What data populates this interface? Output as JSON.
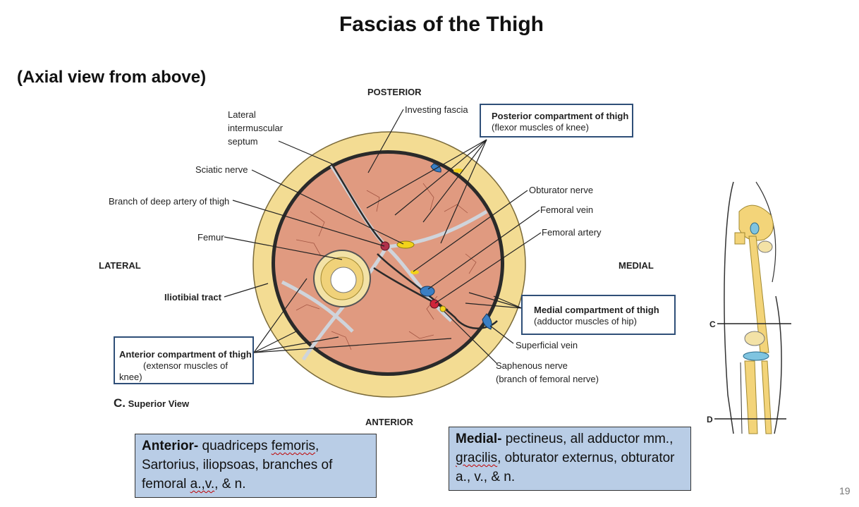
{
  "title": "Fascias of the Thigh",
  "subtitle": "(Axial view from above)",
  "orientation": {
    "posterior": "POSTERIOR",
    "anterior": "ANTERIOR",
    "lateral": "LATERAL",
    "medial": "MEDIAL"
  },
  "labels": {
    "lateral_septum_1": "Lateral",
    "lateral_septum_2": "intermuscular",
    "lateral_septum_3": "septum",
    "investing_fascia": "Investing fascia",
    "sciatic_nerve": "Sciatic nerve",
    "branch_deep_artery": "Branch of deep artery of thigh",
    "femur": "Femur",
    "iliotibial_tract": "Iliotibial tract",
    "obturator_nerve": "Obturator nerve",
    "femoral_vein": "Femoral vein",
    "femoral_artery": "Femoral artery",
    "superficial_vein": "Superficial vein",
    "saphenous_nerve_1": "Saphenous nerve",
    "saphenous_nerve_2": "(branch of femoral nerve)",
    "figure_tag": "C.",
    "figure_caption": "Superior View",
    "level_c": "C",
    "level_d": "D"
  },
  "compartments": {
    "posterior": {
      "name": "Posterior compartment of thigh",
      "detail": "(flexor muscles of knee)"
    },
    "medial": {
      "name": "Medial compartment of thigh",
      "detail": "(adductor muscles of hip)"
    },
    "anterior": {
      "name": "Anterior compartment of thigh",
      "detail": "(extensor muscles of knee)"
    }
  },
  "notes": {
    "anterior": {
      "heading": "Anterior-",
      "text_1": " quadriceps ",
      "text_2": "femoris",
      "text_3": ", Sartorius, iliopsoas, branches of femoral ",
      "text_4": "a.,v.",
      "text_5": ", & n."
    },
    "medial": {
      "heading": "Medial-",
      "text_1": " pectineus, all adductor mm., ",
      "text_2": "gracilis",
      "text_3": ", obturator externus, obturator a., v., & n."
    }
  },
  "page_number": "19",
  "colors": {
    "muscle": "#e09a80",
    "fat": "#f3dc93",
    "fascia": "#2a2a2a",
    "septum": "#cfd4db",
    "box_border": "#2f4f78",
    "note_bg": "#b9cde6",
    "bone": "#f3d479",
    "artery": "#d0243a",
    "vein": "#3a7fc4",
    "nerve": "#f2d21a"
  }
}
